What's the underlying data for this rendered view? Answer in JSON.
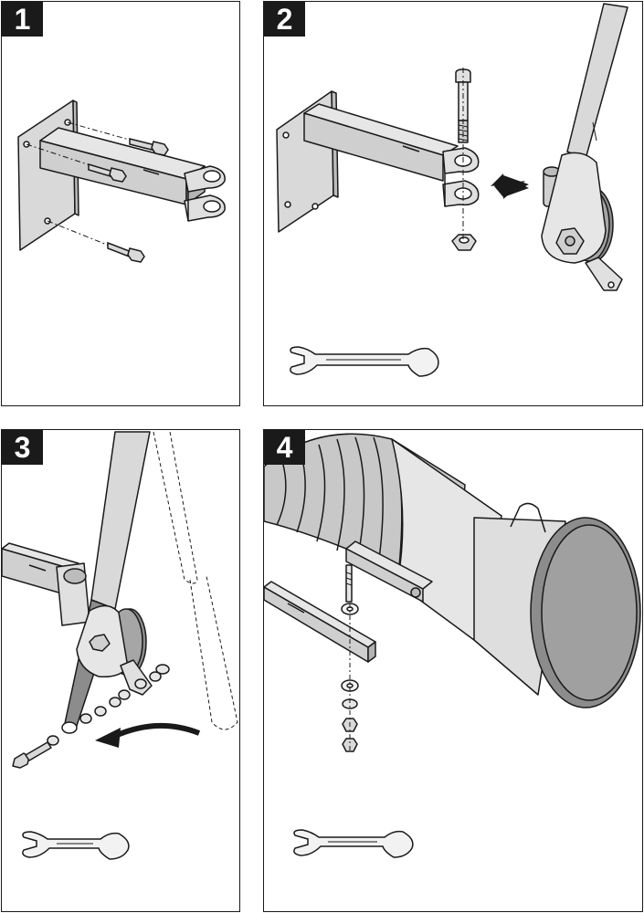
{
  "steps": [
    {
      "number": "1"
    },
    {
      "number": "2"
    },
    {
      "number": "3"
    },
    {
      "number": "4"
    }
  ],
  "icons": {
    "wrench": "open-end-wrench-icon",
    "arrow": "direction-arrow-icon"
  },
  "colors": {
    "line": "#1a1a1a",
    "metal": "#d9d9d9",
    "shade": "#bcbcbc",
    "dark_shade": "#8c8c8c",
    "badge": "#1a1a1a"
  }
}
